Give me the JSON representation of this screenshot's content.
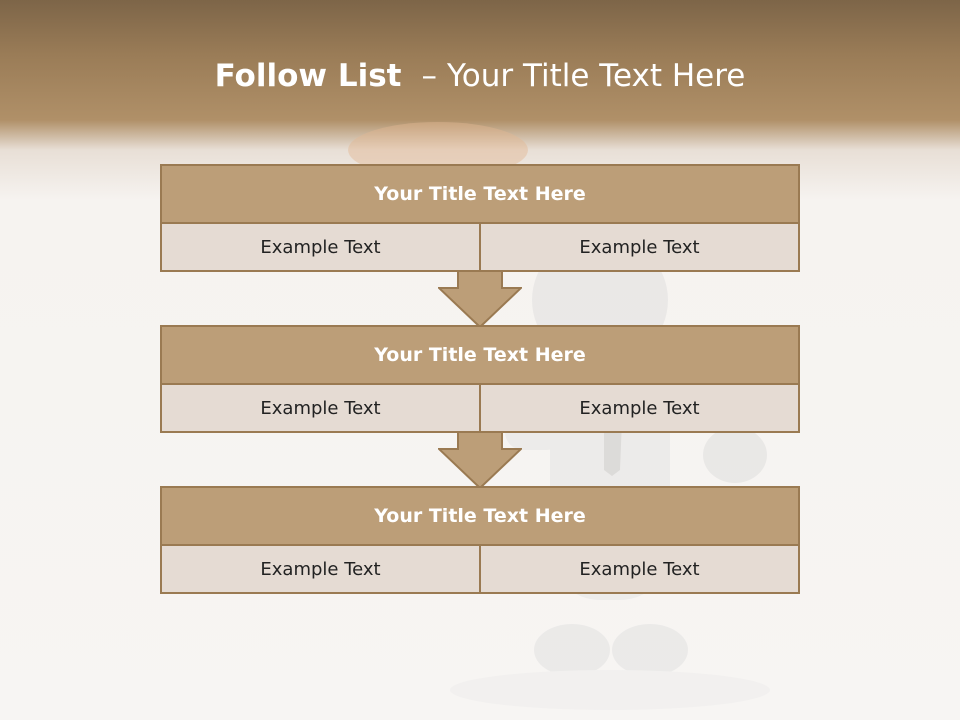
{
  "title": {
    "bold": "Follow List",
    "separator": "–",
    "rest": "Your Title Text Here"
  },
  "boxes": [
    {
      "header": "Your Title Text Here",
      "left": "Example Text",
      "right": "Example Text"
    },
    {
      "header": "Your Title Text Here",
      "left": "Example Text",
      "right": "Example Text"
    },
    {
      "header": "Your Title Text Here",
      "left": "Example Text",
      "right": "Example Text"
    }
  ],
  "colors": {
    "header_bar": "#9a7c57",
    "box_header": "#bc9e78",
    "box_body": "#e5dbd3",
    "border": "#9a7a52"
  }
}
